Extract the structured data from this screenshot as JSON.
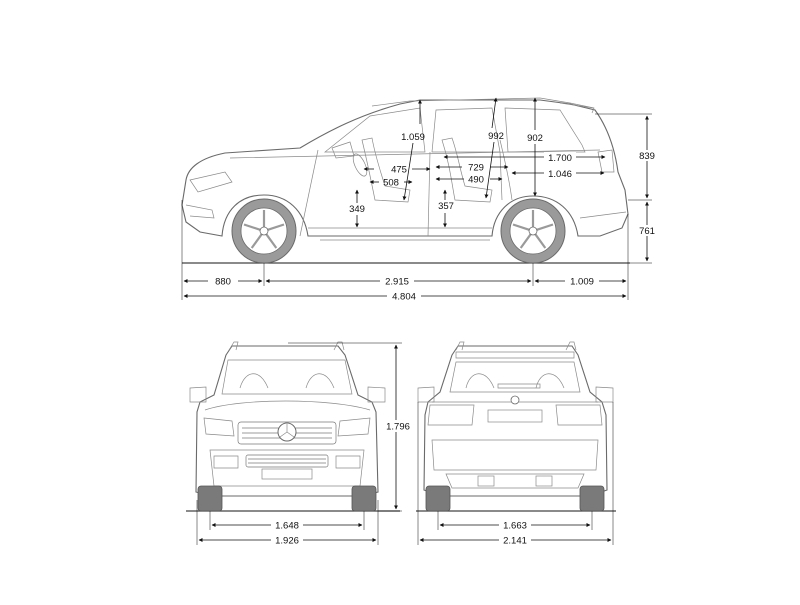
{
  "dimensions": {
    "side": {
      "front_overhang": "880",
      "wheelbase": "2.915",
      "rear_overhang": "1.009",
      "overall_length": "4.804",
      "roof_height": "839",
      "ground_to_belt": "761",
      "front_headroom": "1.059",
      "rear_headroom": "992",
      "cargo_height": "902",
      "cargo_length": "1.700",
      "cargo_length_short": "1.046",
      "front_legroom_a": "475",
      "front_legroom_b": "508",
      "rear_legroom_a": "729",
      "rear_legroom_b": "490",
      "front_seat_height": "349",
      "rear_seat_height": "357"
    },
    "front": {
      "track": "1.648",
      "width": "1.926",
      "height": "1.796"
    },
    "rear": {
      "track": "1.663",
      "width_with_mirrors": "2.141"
    }
  }
}
